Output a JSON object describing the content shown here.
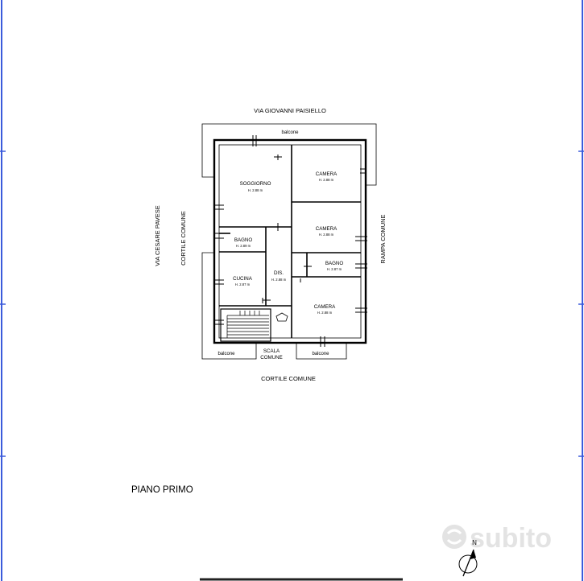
{
  "streets": {
    "north": "VIA GIOVANNI PAISIELLO",
    "west_outer": "VIA CESARE PAVESE",
    "west_inner": "CORTILE COMUNE",
    "east": "RAMPA COMUNE",
    "south": "CORTILE COMUNE"
  },
  "rooms": [
    {
      "name": "SOGGIORNO",
      "height": "H. 2.88 m"
    },
    {
      "name": "CAMERA",
      "height": "H. 2.88 m"
    },
    {
      "name": "BAGNO",
      "height": "H. 2.89 m"
    },
    {
      "name": "CAMERA",
      "height": "H. 2.88 m"
    },
    {
      "name": "BAGNO",
      "height": "H. 2.87 m"
    },
    {
      "name": "DIS.",
      "height": "H. 2.88 m"
    },
    {
      "name": "CUCINA",
      "height": "H. 2.87 m"
    },
    {
      "name": "CAMERA",
      "height": "H. 2.88 m"
    }
  ],
  "balconies": {
    "top": "balcone",
    "bottom_left": "balcone",
    "bottom_right": "balcone"
  },
  "stair": {
    "line1": "SCALA",
    "line2": "COMUNE"
  },
  "floor_title": "PIANO PRIMO",
  "watermark": "subito",
  "compass_label": "N",
  "colors": {
    "frame": "#3b5bdb",
    "ink": "#000000",
    "watermark": "#e3e3e3"
  }
}
